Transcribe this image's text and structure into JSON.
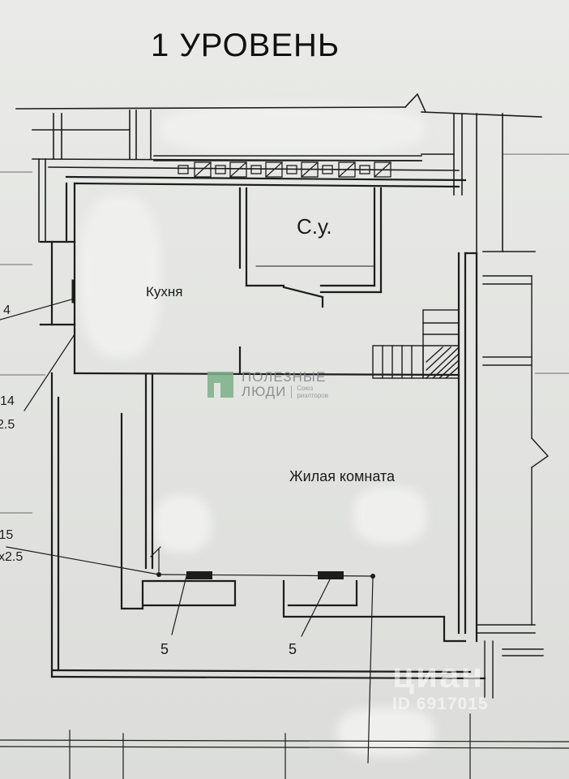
{
  "title": "1 УРОВЕНЬ",
  "rooms": {
    "bathroom": "С.у.",
    "kitchen": "Кухня",
    "living": "Жилая комната"
  },
  "notes": {
    "n4": "4",
    "n14": "14",
    "n25": "2.5",
    "n15": ".15",
    "nx25": "x2.5",
    "n5_left": "5",
    "n5_right": "5"
  },
  "watermark": {
    "line1": "ПОЛЕЗНЫЕ",
    "line2": "ЛЮДИ",
    "line3": "Союз риэлторов",
    "cian": "циан",
    "cian_id": "ID 6917015"
  },
  "colors": {
    "ink": "#1c1c1c",
    "paper": "#e4e5e2",
    "logo_green": "#7bb08a"
  }
}
